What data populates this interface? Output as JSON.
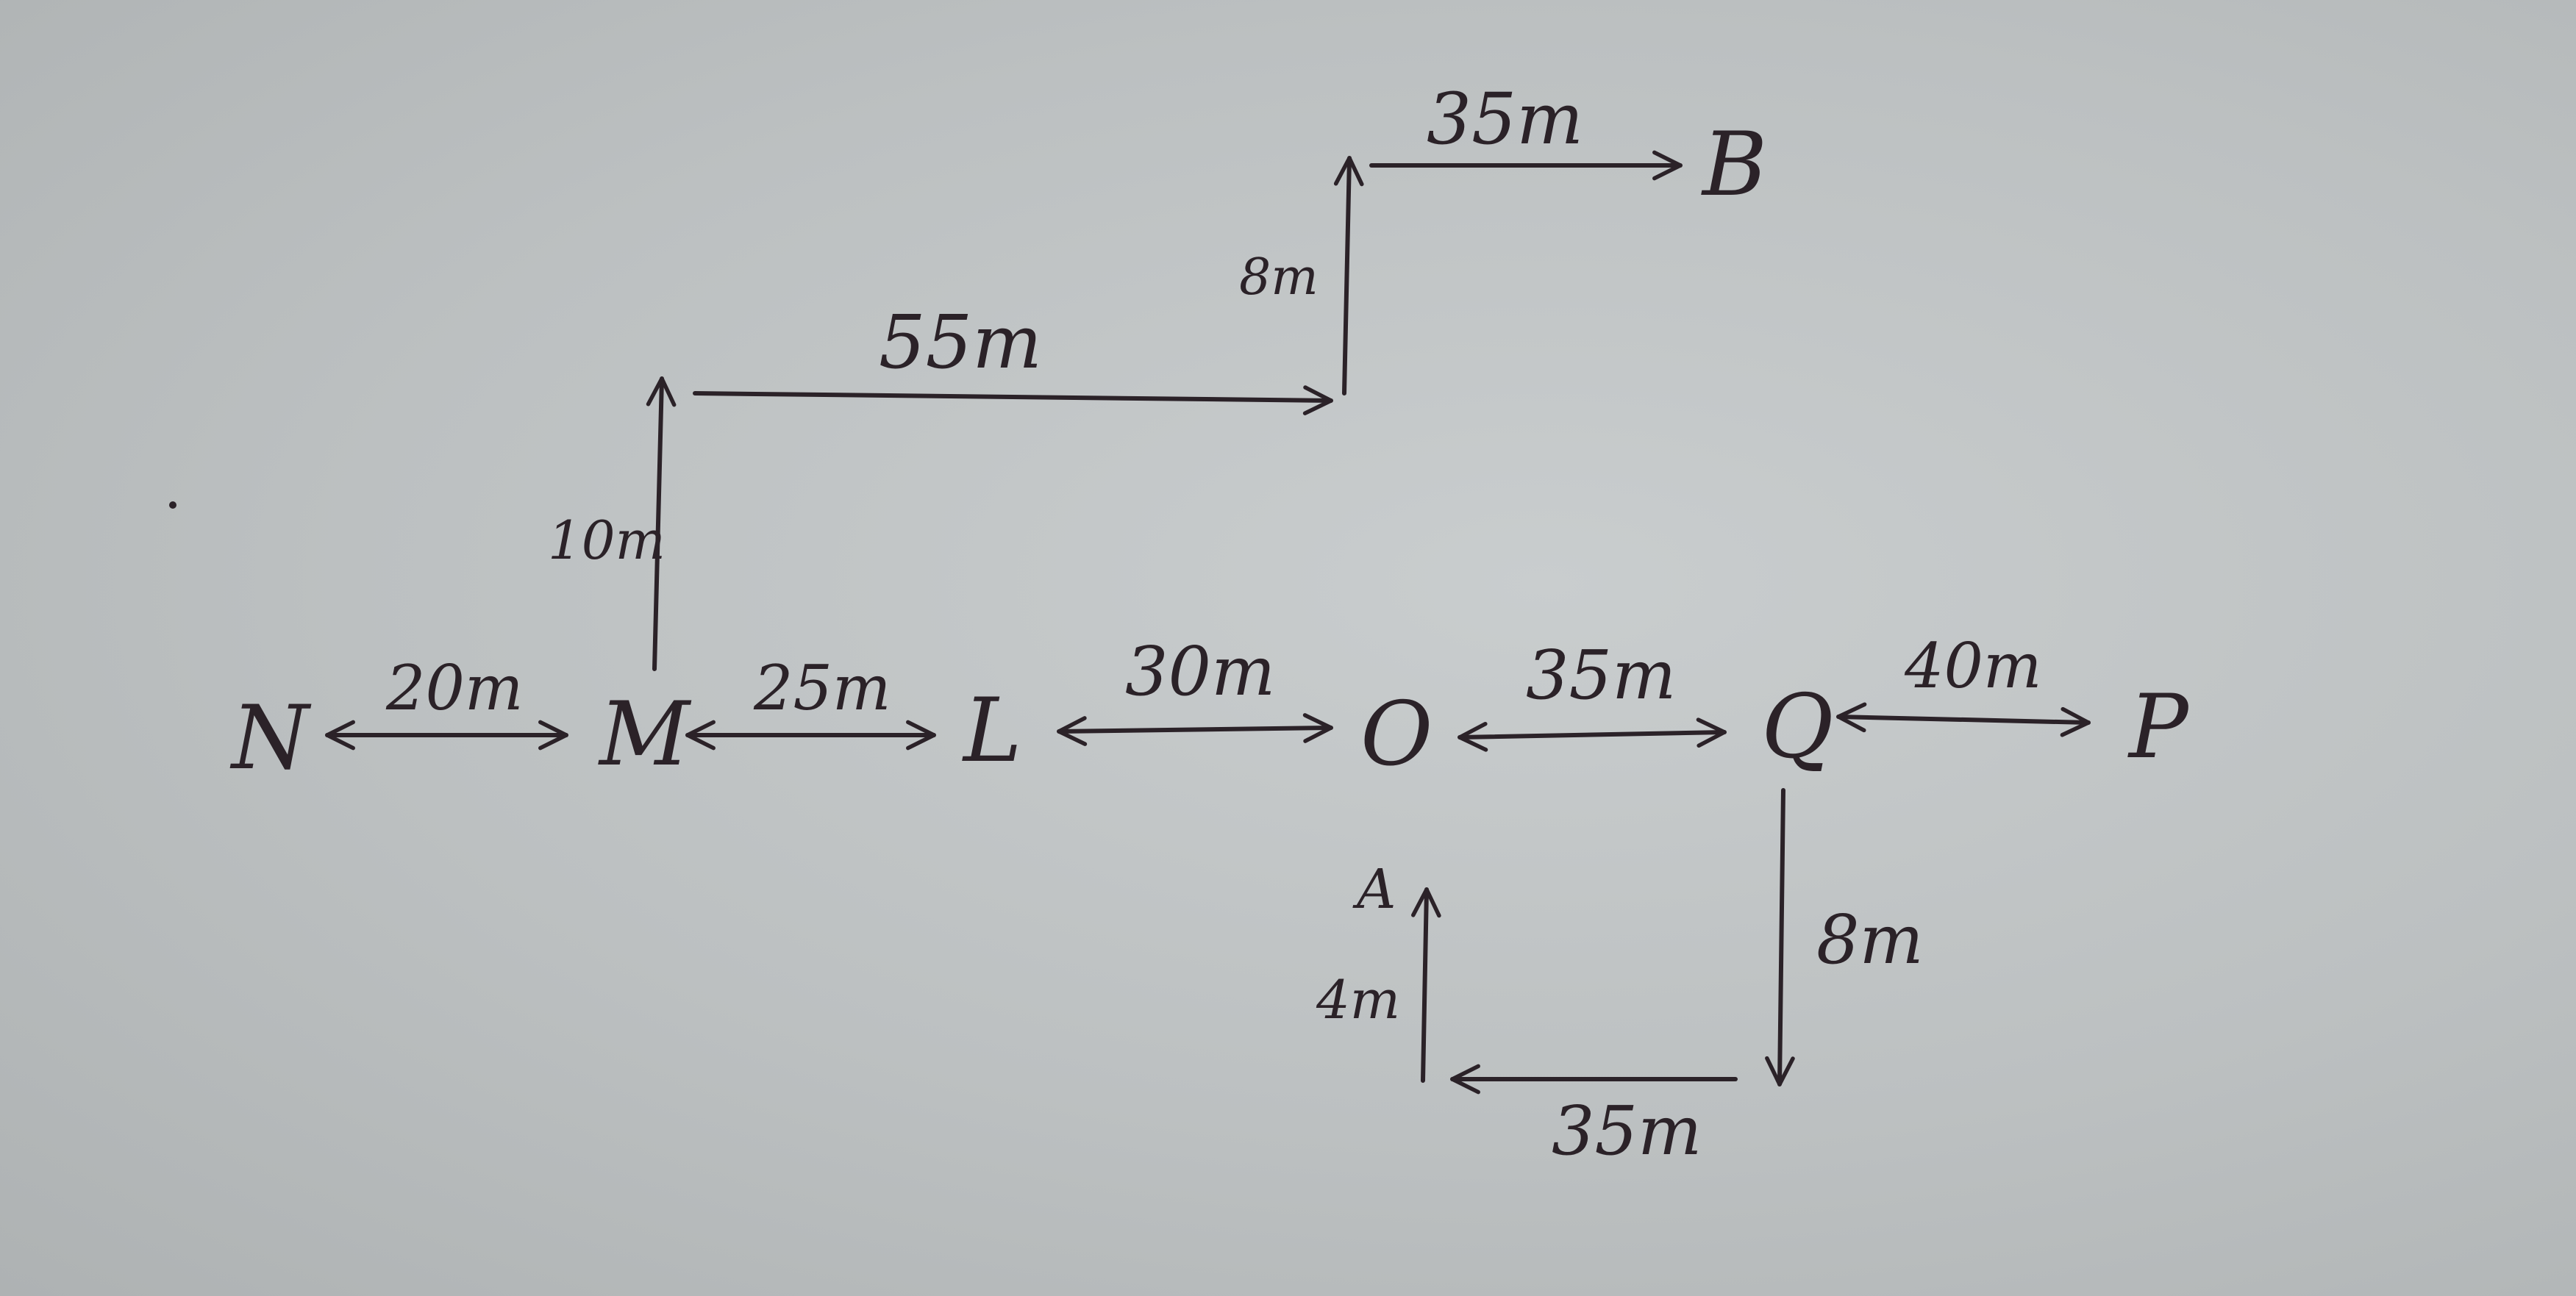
{
  "colors": {
    "paper": "#bfc3c4",
    "ink": "#2b2228"
  },
  "nodes": {
    "N": "N",
    "M": "M",
    "L": "L",
    "O": "O",
    "Q": "Q",
    "P": "P",
    "A": "A",
    "B": "B"
  },
  "distances": {
    "n_m": "20m",
    "m_l": "25m",
    "l_o": "30m",
    "o_q": "35m",
    "q_p": "40m",
    "m_up": "10m",
    "upper_east": "55m",
    "upper_north": "8m",
    "to_b": "35m",
    "q_down": "8m",
    "bottom_west": "35m",
    "to_a": "4m"
  }
}
